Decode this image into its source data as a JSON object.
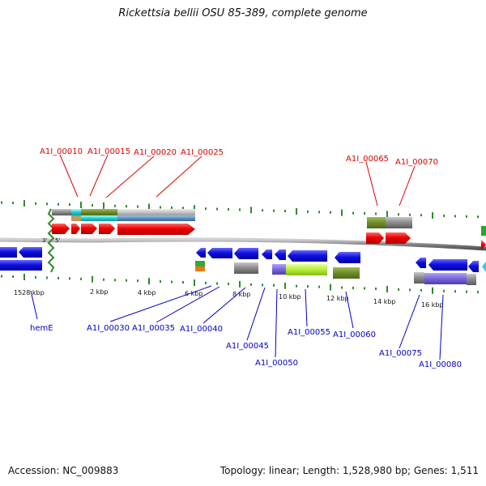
{
  "title": "Rickettsia bellii OSU 85-389, complete genome",
  "footer": {
    "accession": "Accession: NC_009883",
    "summary": "Topology: linear; Length: 1,528,980 bp; Genes: 1,511"
  },
  "strand_labels": {
    "three_prime": "3'",
    "five_prime": "5'"
  },
  "scale_labels": [
    "1528 kbp",
    "2 kbp",
    "4 kbp",
    "6 kbp",
    "8 kbp",
    "10 kbp",
    "12 kbp",
    "14 kbp",
    "16 kbp"
  ],
  "top_gene_labels": [
    "A1I_00010",
    "A1I_00015",
    "A1I_00020",
    "A1I_00025",
    "A1I_00065",
    "A1I_00070"
  ],
  "bottom_gene_labels": [
    "hemE",
    "A1I_00030",
    "A1I_00035",
    "A1I_00040",
    "A1I_00045",
    "A1I_00050",
    "A1I_00055",
    "A1I_00060",
    "A1I_00075",
    "A1I_00080"
  ],
  "colors": {
    "forward_gene": "#ee0000",
    "reverse_gene": "#0000dd",
    "backbone": "#888888",
    "scale_tick": "#2e8b2e",
    "top_label": "#dd0000",
    "bottom_label": "#0000cc"
  }
}
